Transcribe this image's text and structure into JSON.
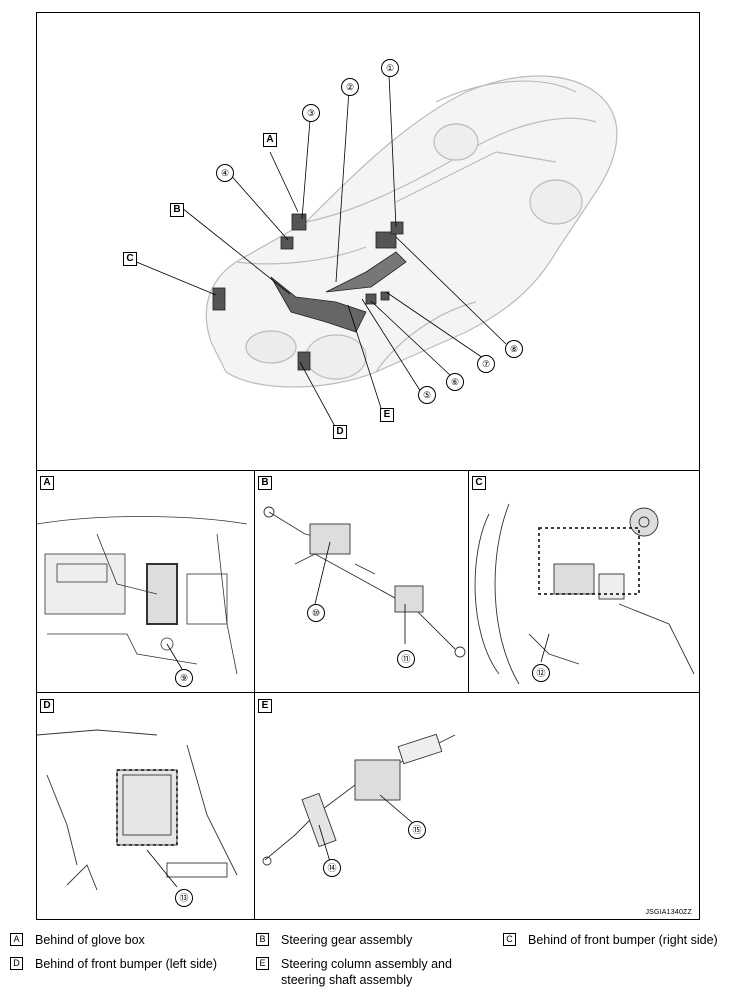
{
  "diagram": {
    "main_tags": [
      "A",
      "B",
      "C",
      "D",
      "E"
    ],
    "callouts": [
      "①",
      "②",
      "③",
      "④",
      "⑤",
      "⑥",
      "⑦",
      "⑧",
      "⑨",
      "⑩",
      "⑪",
      "⑫",
      "⑬",
      "⑭",
      "⑮"
    ],
    "panels": {
      "A": {
        "tag": "A"
      },
      "B": {
        "tag": "B"
      },
      "C": {
        "tag": "C"
      },
      "D": {
        "tag": "D"
      },
      "E": {
        "tag": "E"
      }
    },
    "image_code": "JSGIA1340ZZ"
  },
  "legend": [
    {
      "key": "A",
      "text": "Behind of glove box"
    },
    {
      "key": "B",
      "text": "Steering gear assembly"
    },
    {
      "key": "C",
      "text": "Behind of front bumper (right side)"
    },
    {
      "key": "D",
      "text": "Behind of front bumper (left side)"
    },
    {
      "key": "E",
      "text": "Steering column assembly and steering shaft assembly"
    }
  ]
}
